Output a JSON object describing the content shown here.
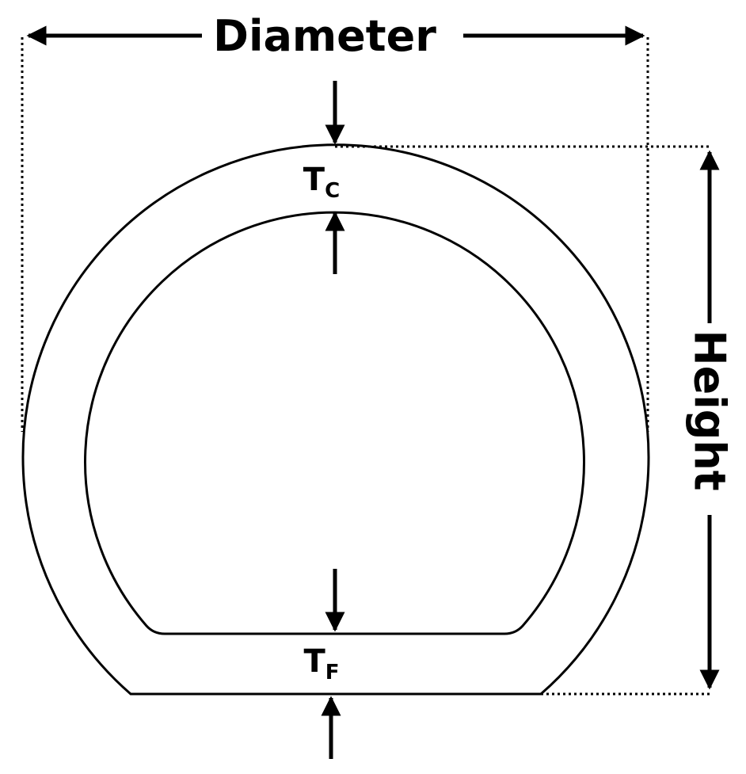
{
  "diagram": {
    "title": "",
    "labels": {
      "diameter": "Diameter",
      "height": "Height",
      "crown_thickness": {
        "main": "T",
        "sub": "C"
      },
      "floor_thickness": {
        "main": "T",
        "sub": "F"
      }
    },
    "colors": {
      "stroke": "#000000",
      "background": "#ffffff"
    }
  }
}
